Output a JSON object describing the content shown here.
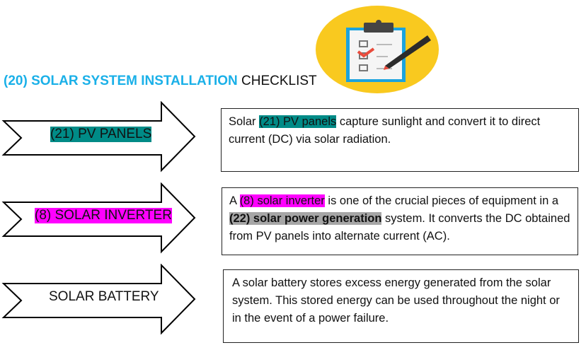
{
  "title": {
    "highlight": "(20) SOLAR SYSTEM INSTALLATION",
    "rest": "CHECKLIST"
  },
  "logo": {
    "icon": "clipboard-checklist-icon",
    "colors": {
      "circle": "#f9c91f",
      "clipboard": "#1ca3dd",
      "check": "#e94b3c"
    }
  },
  "items": [
    {
      "label": "(21) PV PANELS",
      "highlight": "#008b87",
      "desc": {
        "pre": "Solar ",
        "hl": "(21) PV panels",
        "post": " capture sunlight and convert it to direct current (DC) via solar radiation."
      }
    },
    {
      "label": "(8) SOLAR INVERTER",
      "highlight": "#ff00ff",
      "desc": {
        "pre": "A ",
        "hl": "(8) solar inverter",
        "mid": " is one of the crucial pieces of equipment in a ",
        "hl2": "(22) solar power generation",
        "post": " system. It converts the DC obtained from PV panels into alternate current (AC)."
      }
    },
    {
      "label": "SOLAR BATTERY",
      "desc": {
        "pre": "A solar battery stores excess energy generated from the solar system. This stored energy can be used throughout the night or in the event of a power failure."
      }
    }
  ]
}
